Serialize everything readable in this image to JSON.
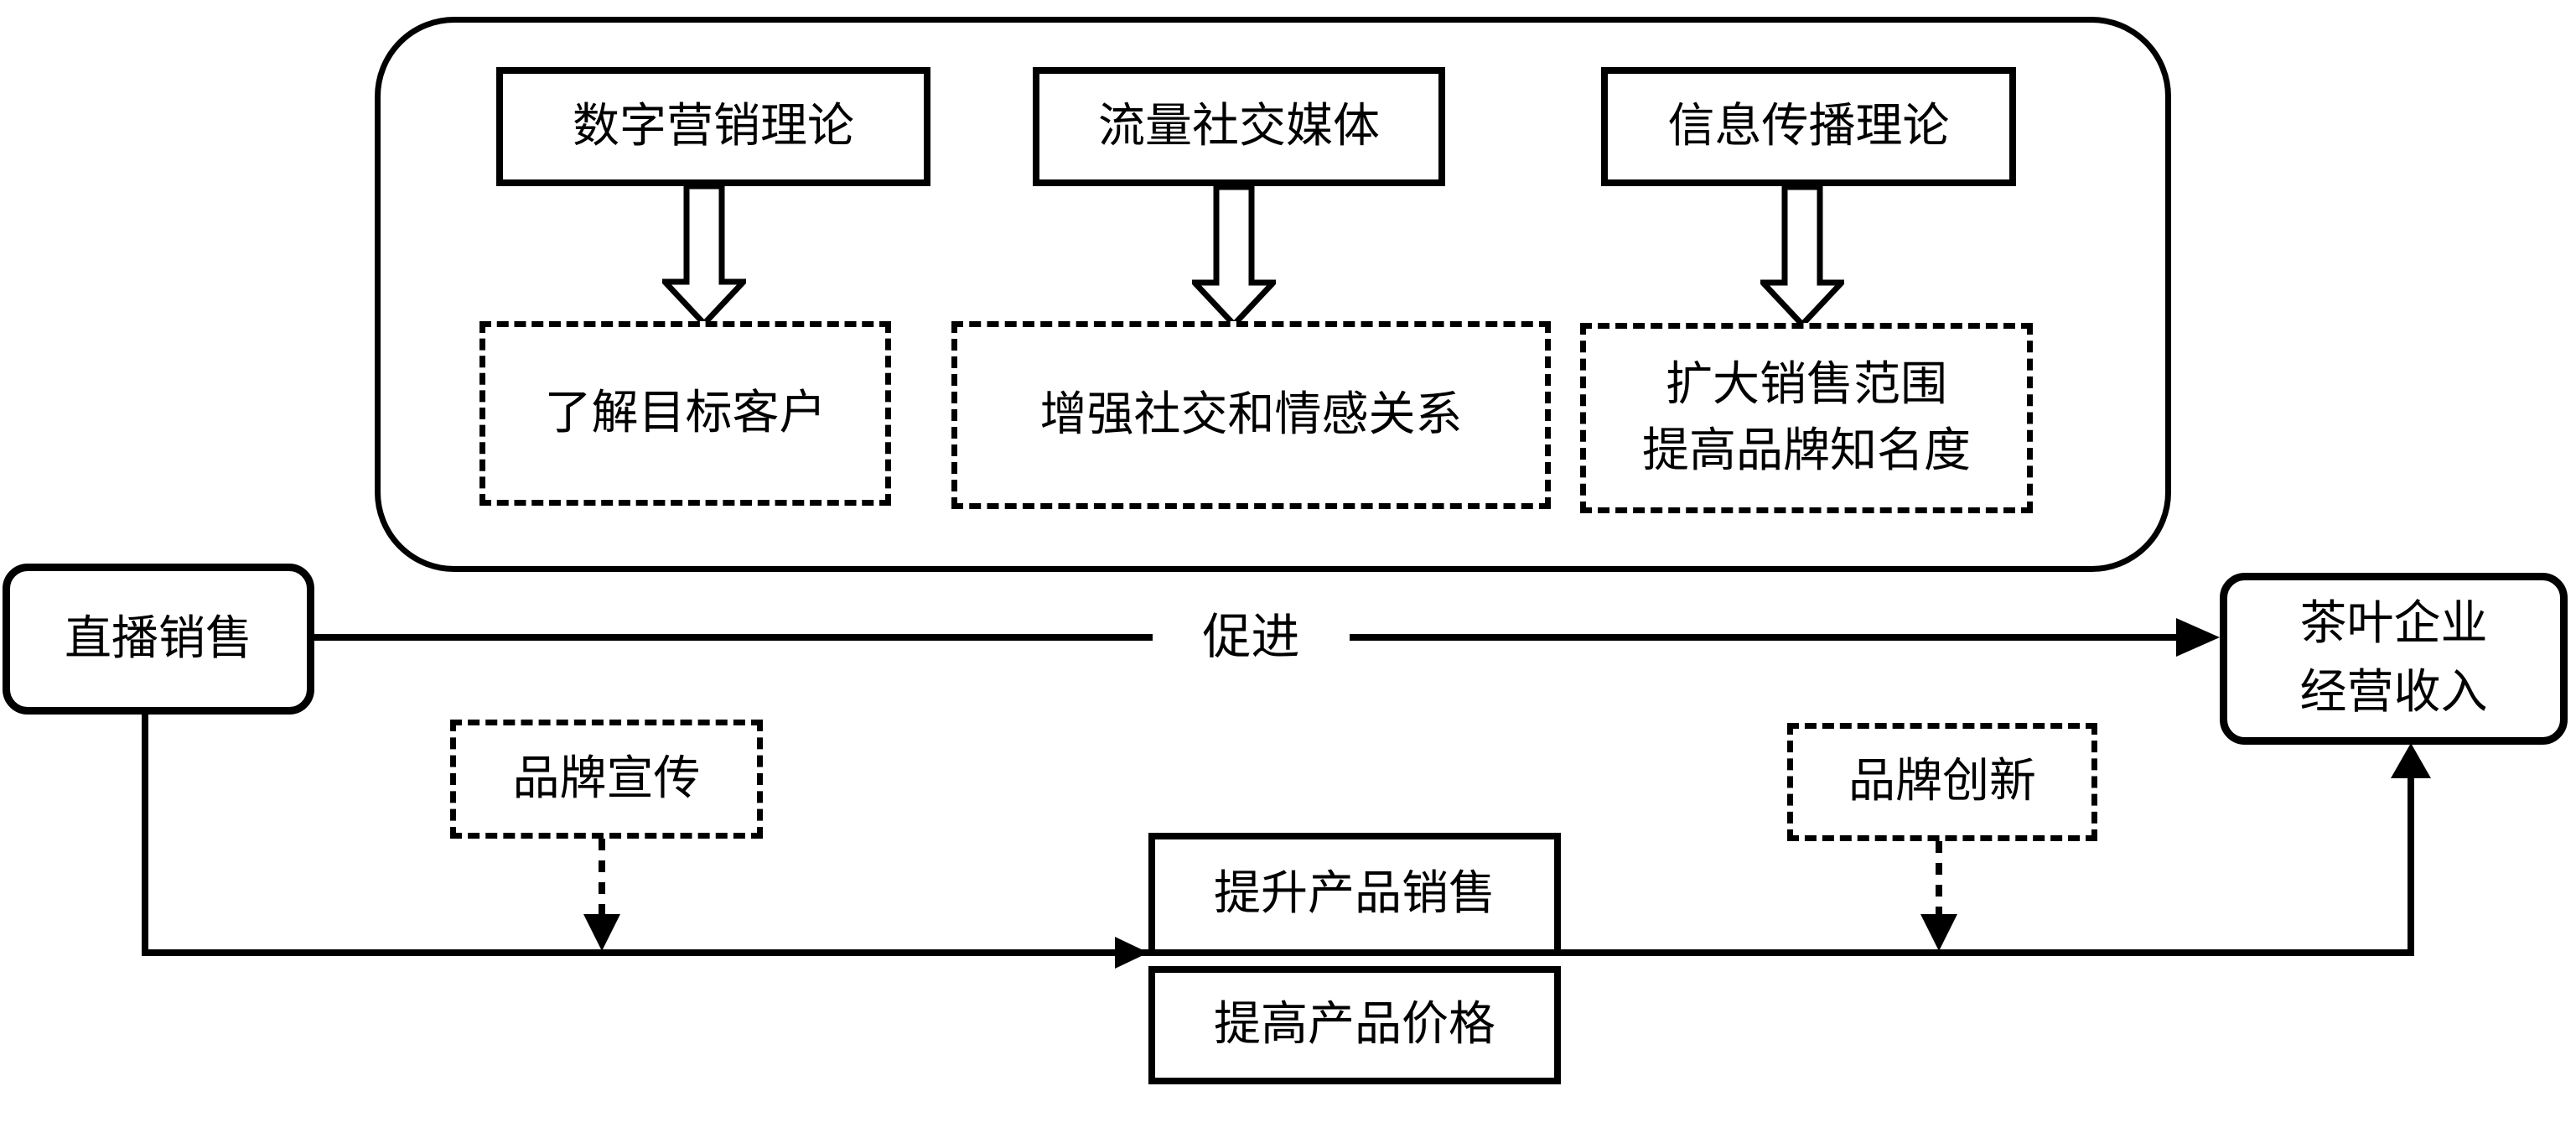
{
  "colors": {
    "ink": "#000000",
    "background": "#ffffff"
  },
  "theory_panel": {
    "theories": [
      {
        "label": "数字营销理论",
        "outcome": "了解目标客户"
      },
      {
        "label": "流量社交媒体",
        "outcome": "增强社交和情感关系"
      },
      {
        "label": "信息传播理论",
        "outcome": "扩大销售范围\n提高品牌知名度"
      }
    ]
  },
  "flow": {
    "source_label": "直播销售",
    "promote_label": "促进",
    "target_label": "茶叶企业\n经营收入",
    "brand_promotion_label": "品牌宣传",
    "brand_innovation_label": "品牌创新",
    "sales_increase_label": "提升产品销售",
    "price_increase_label": "提高产品价格"
  }
}
